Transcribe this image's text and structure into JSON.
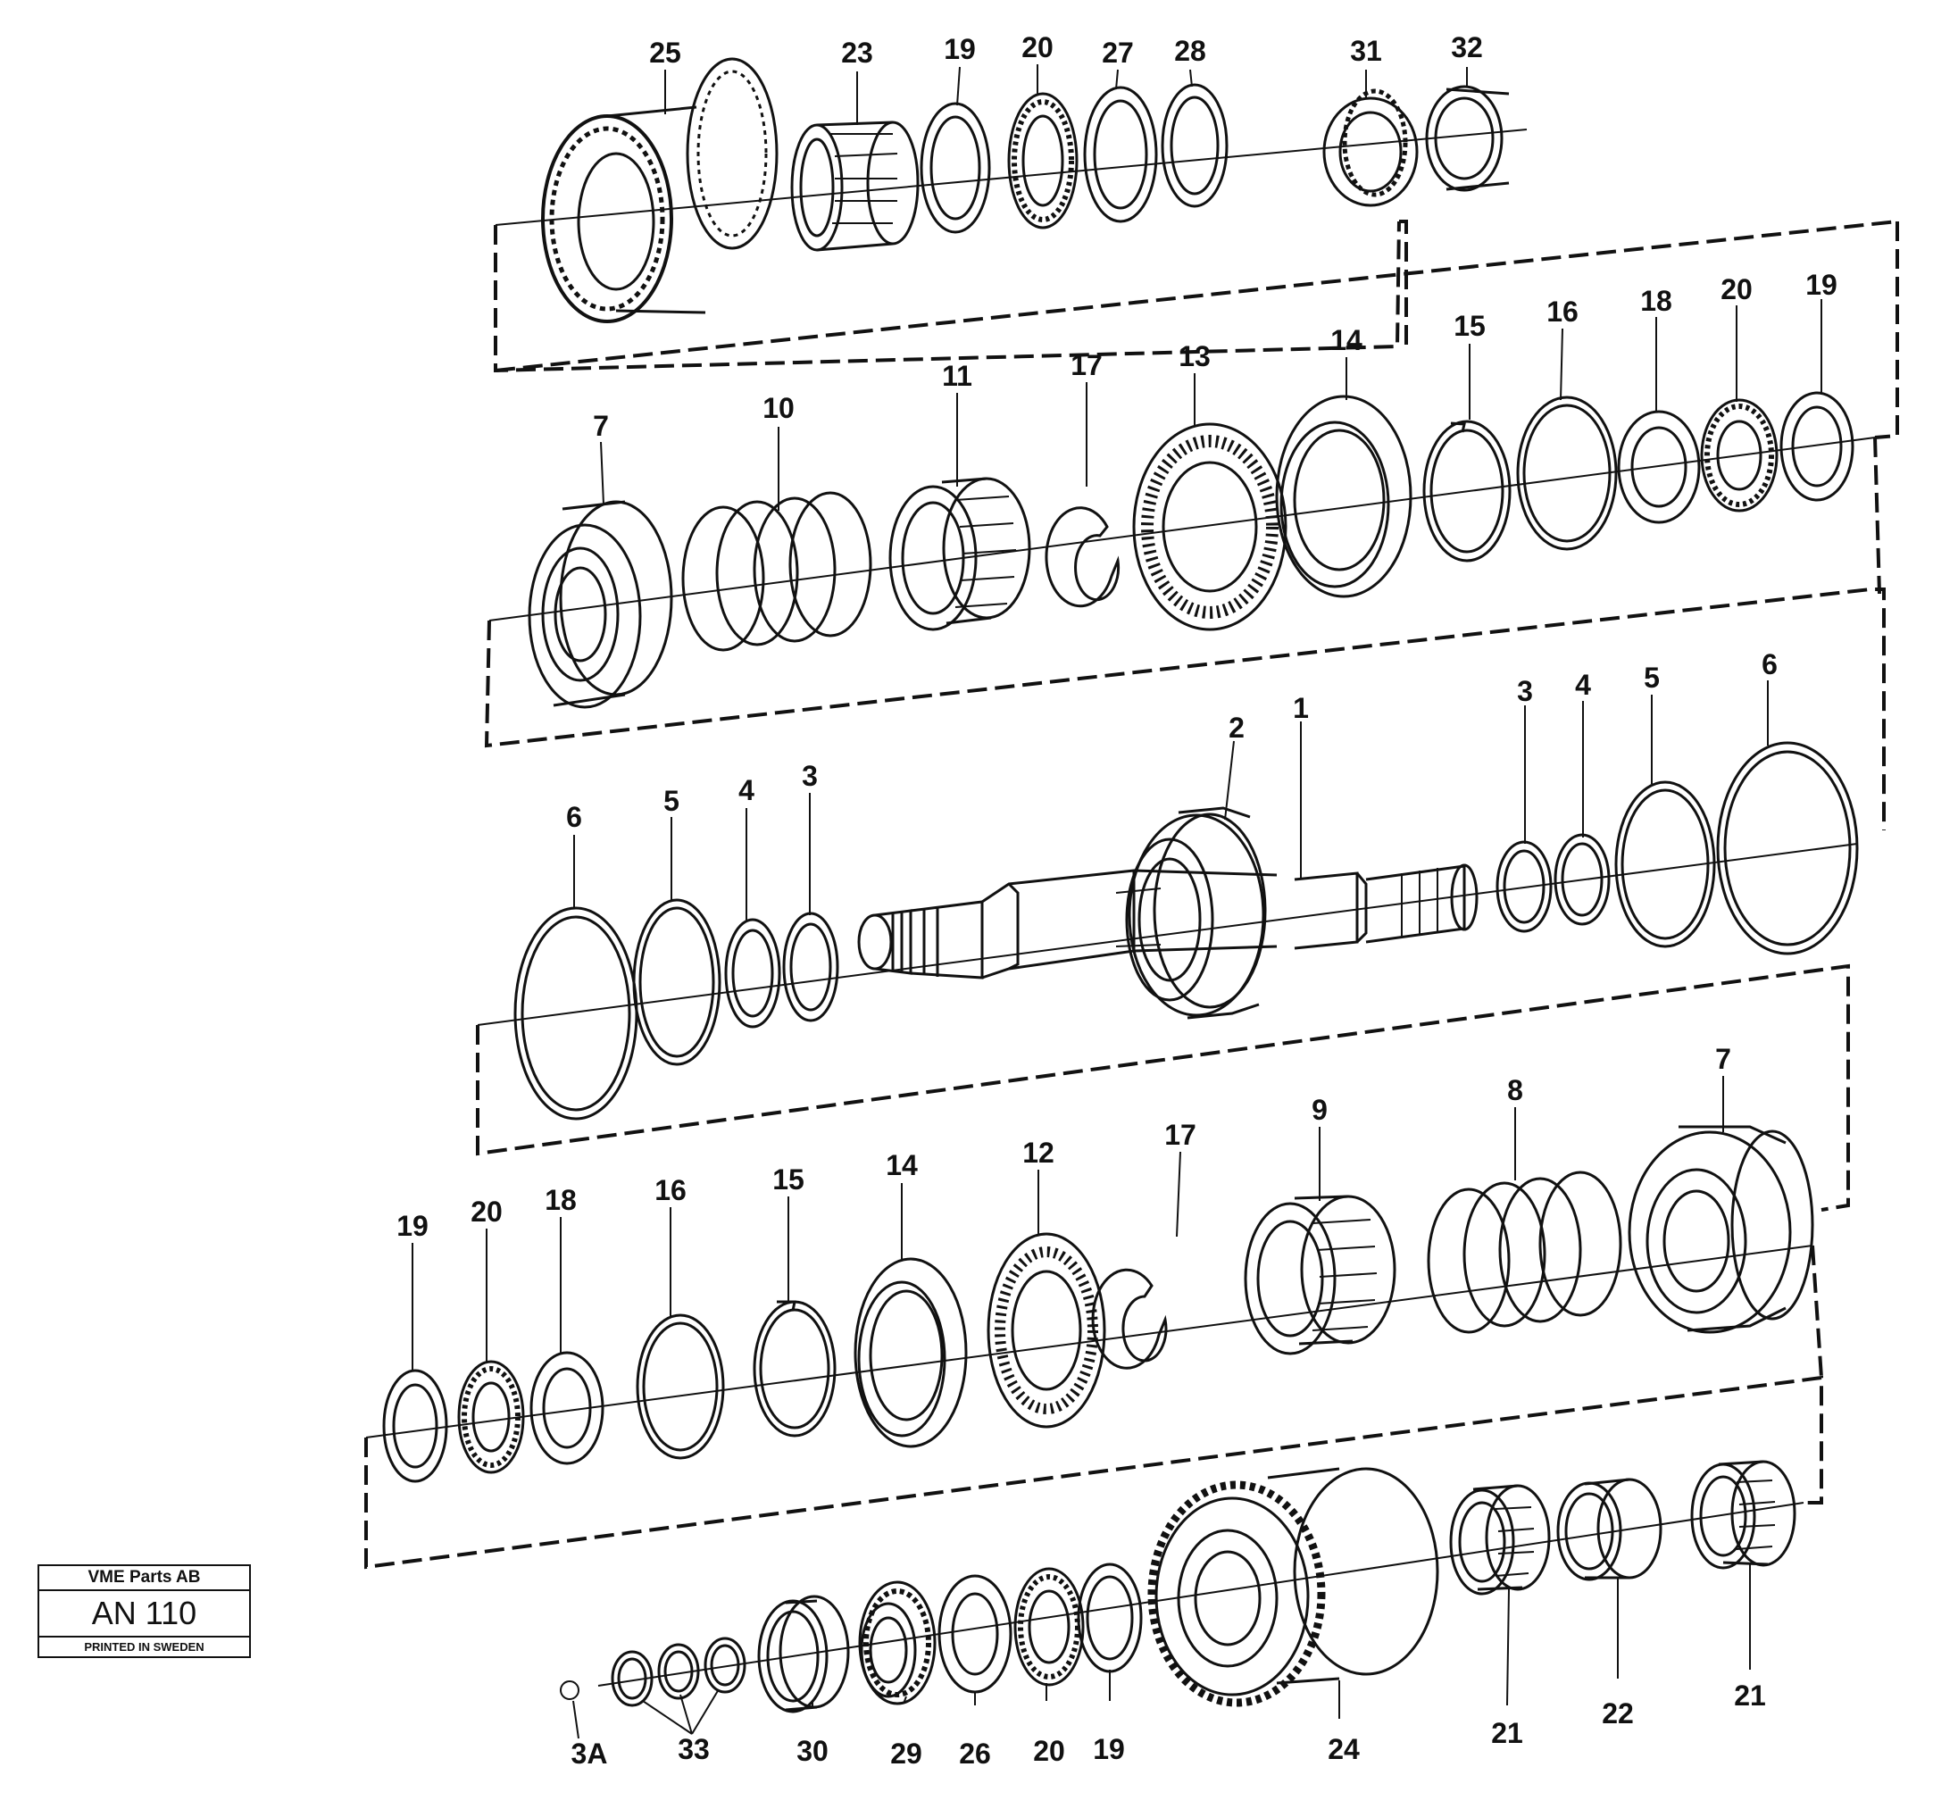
{
  "stamp": {
    "company": "VME Parts AB",
    "code": "AN 110",
    "printed": "PRINTED IN SWEDEN"
  },
  "callouts": {
    "r1": [
      "25",
      "23",
      "19",
      "20",
      "27",
      "28",
      "31",
      "32"
    ],
    "r2": [
      "7",
      "10",
      "11",
      "17",
      "13",
      "14",
      "15",
      "16",
      "18",
      "20",
      "19"
    ],
    "r3": [
      "6",
      "5",
      "4",
      "3",
      "2",
      "1",
      "3",
      "4",
      "5",
      "6"
    ],
    "r4": [
      "19",
      "20",
      "18",
      "16",
      "15",
      "14",
      "12",
      "17",
      "9",
      "8",
      "7"
    ],
    "r5": [
      "3A",
      "33",
      "30",
      "29",
      "26",
      "20",
      "19",
      "24",
      "21",
      "22",
      "21"
    ]
  }
}
